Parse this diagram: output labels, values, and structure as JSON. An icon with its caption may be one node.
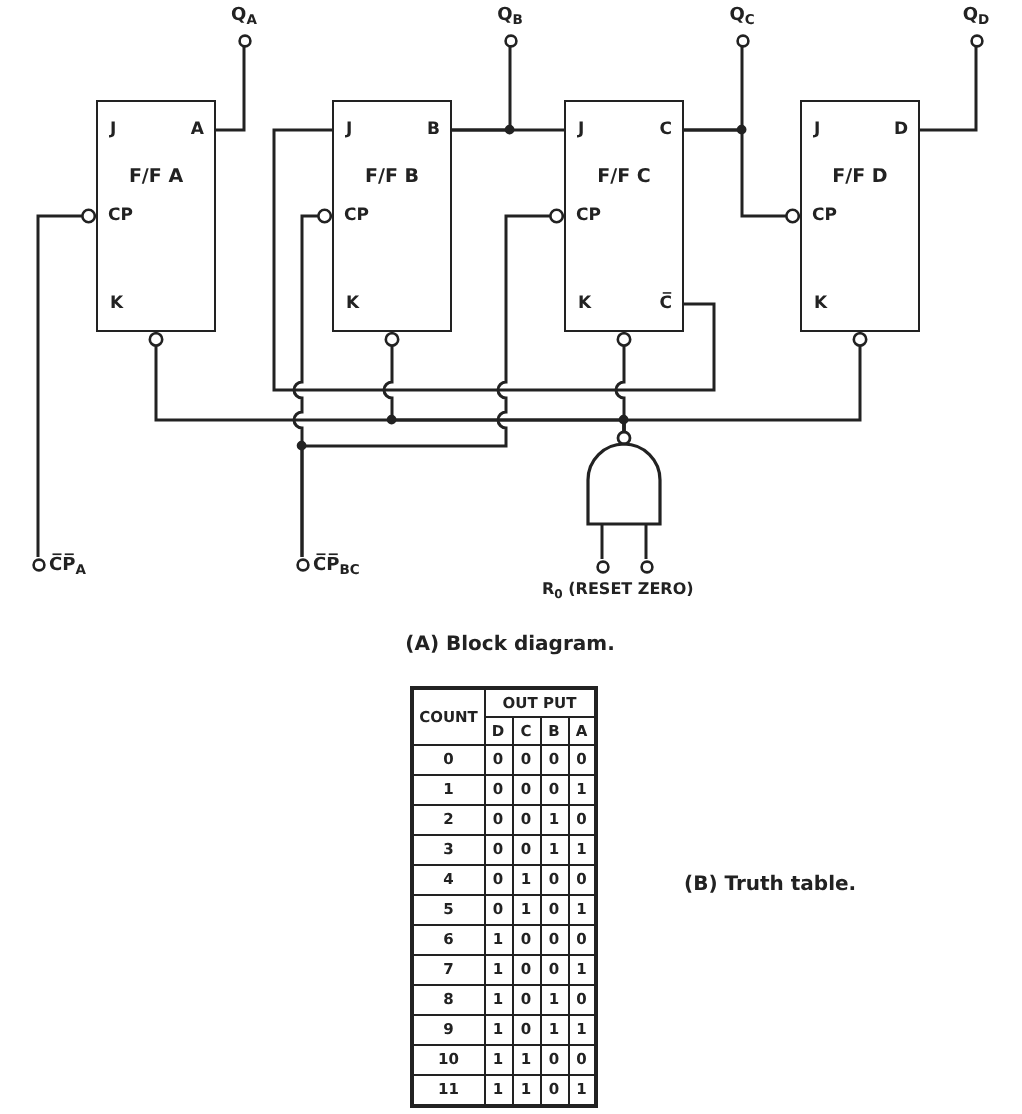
{
  "diagram": {
    "nodes": [
      {
        "text": [
          "Q$_{A}$"
        ]
      },
      {
        "text": [
          "Q$_{B}$"
        ]
      },
      {
        "text": [
          "Q$_{C}$"
        ]
      },
      {
        "text": [
          "Q$_{D}$"
        ]
      },
      {
        "text": [
          "J",
          "A",
          "F/F A",
          "CP",
          "K"
        ]
      },
      {
        "text": [
          "J",
          "B",
          "F/F B",
          "CP",
          "K"
        ]
      },
      {
        "text": [
          "J",
          "C",
          "F/F C",
          "CP",
          "K",
          "C̅"
        ]
      },
      {
        "text": [
          "J",
          "D",
          "F/F D",
          "CP",
          "K"
        ]
      },
      {
        "text": [],
        "shape": "gate"
      },
      {
        "text": [
          "C̅P̅$_{A}$"
        ]
      },
      {
        "text": [
          "C̅P̅$_{BC}$"
        ]
      },
      {
        "text": [],
        "shape": "circle"
      },
      {
        "text": [],
        "shape": "circle"
      }
    ],
    "edges": [
      {
        "from": 4,
        "to": 0,
        "arrow": "none"
      },
      {
        "from": 5,
        "to": 1,
        "arrow": "none"
      },
      {
        "from": 5,
        "to": 6,
        "arrow": "none"
      },
      {
        "from": 6,
        "to": 2,
        "arrow": "none"
      },
      {
        "from": 6,
        "to": 7,
        "arrow": "other"
      },
      {
        "from": 7,
        "to": 3,
        "arrow": "none"
      },
      {
        "from": 6,
        "to": 5,
        "arrow": "none"
      },
      {
        "from": 9,
        "to": 4,
        "arrow": "other"
      },
      {
        "from": 10,
        "to": 5,
        "arrow": "other"
      },
      {
        "from": 10,
        "to": 6,
        "arrow": "other"
      },
      {
        "from": 8,
        "to": 4,
        "arrow": "other"
      },
      {
        "from": 8,
        "to": 5,
        "arrow": "other"
      },
      {
        "from": 8,
        "to": 6,
        "arrow": "other"
      },
      {
        "from": 8,
        "to": 7,
        "arrow": "other"
      },
      {
        "from": 11,
        "to": 8,
        "arrow": "none"
      },
      {
        "from": 12,
        "to": 8,
        "arrow": "none"
      }
    ],
    "labels": [
      "R$_{0}$ (RESET ZERO)",
      "(A) Block diagram.",
      "COUNT",
      "OUT PUT",
      "D",
      "C",
      "B",
      "A",
      "0",
      "0",
      "0",
      "0",
      "0",
      "1",
      "0",
      "0",
      "0",
      "1",
      "2",
      "0",
      "0",
      "1",
      "0",
      "3",
      "0",
      "0",
      "1",
      "1",
      "4",
      "0",
      "1",
      "0",
      "0",
      "5",
      "0",
      "1",
      "0",
      "1",
      "6",
      "1",
      "0",
      "0",
      "0",
      "7",
      "1",
      "0",
      "0",
      "1",
      "8",
      "1",
      "0",
      "1",
      "0",
      "9",
      "1",
      "0",
      "1",
      "1",
      "10",
      "1",
      "1",
      "0",
      "0",
      "11",
      "1",
      "1",
      "0",
      "1",
      "(B) Truth table."
    ]
  }
}
